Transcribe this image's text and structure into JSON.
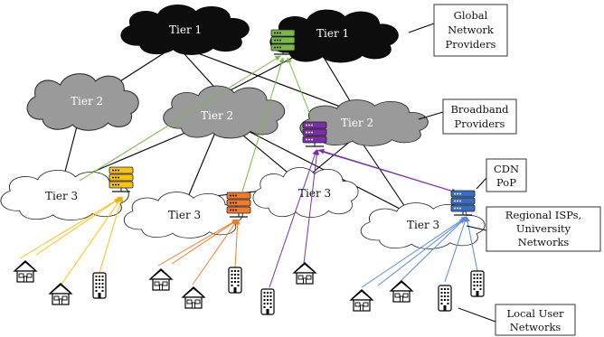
{
  "tiers": {
    "tier1_left": "Tier 1",
    "tier1_right": "Tier 1",
    "tier2_left": "Tier 2",
    "tier2_middle": "Tier 2",
    "tier2_right": "Tier 2",
    "tier3_a": "Tier 3",
    "tier3_b": "Tier 3",
    "tier3_c": "Tier 3",
    "tier3_d": "Tier 3"
  },
  "callouts": {
    "global": [
      "Global",
      "Network",
      "Providers"
    ],
    "broadband": [
      "Broadband",
      "Providers"
    ],
    "cdn": [
      "CDN",
      "PoP"
    ],
    "regional": [
      "Regional ISPs,",
      "University",
      "Networks"
    ],
    "local": [
      "Local User",
      "Networks"
    ]
  },
  "colors": {
    "green": "#7ab648",
    "purple": "#7a2fa6",
    "yellow": "#f5c215",
    "orange": "#ef7d2d",
    "blue": "#3b6cc4",
    "blue_link": "#5b8ad8"
  }
}
